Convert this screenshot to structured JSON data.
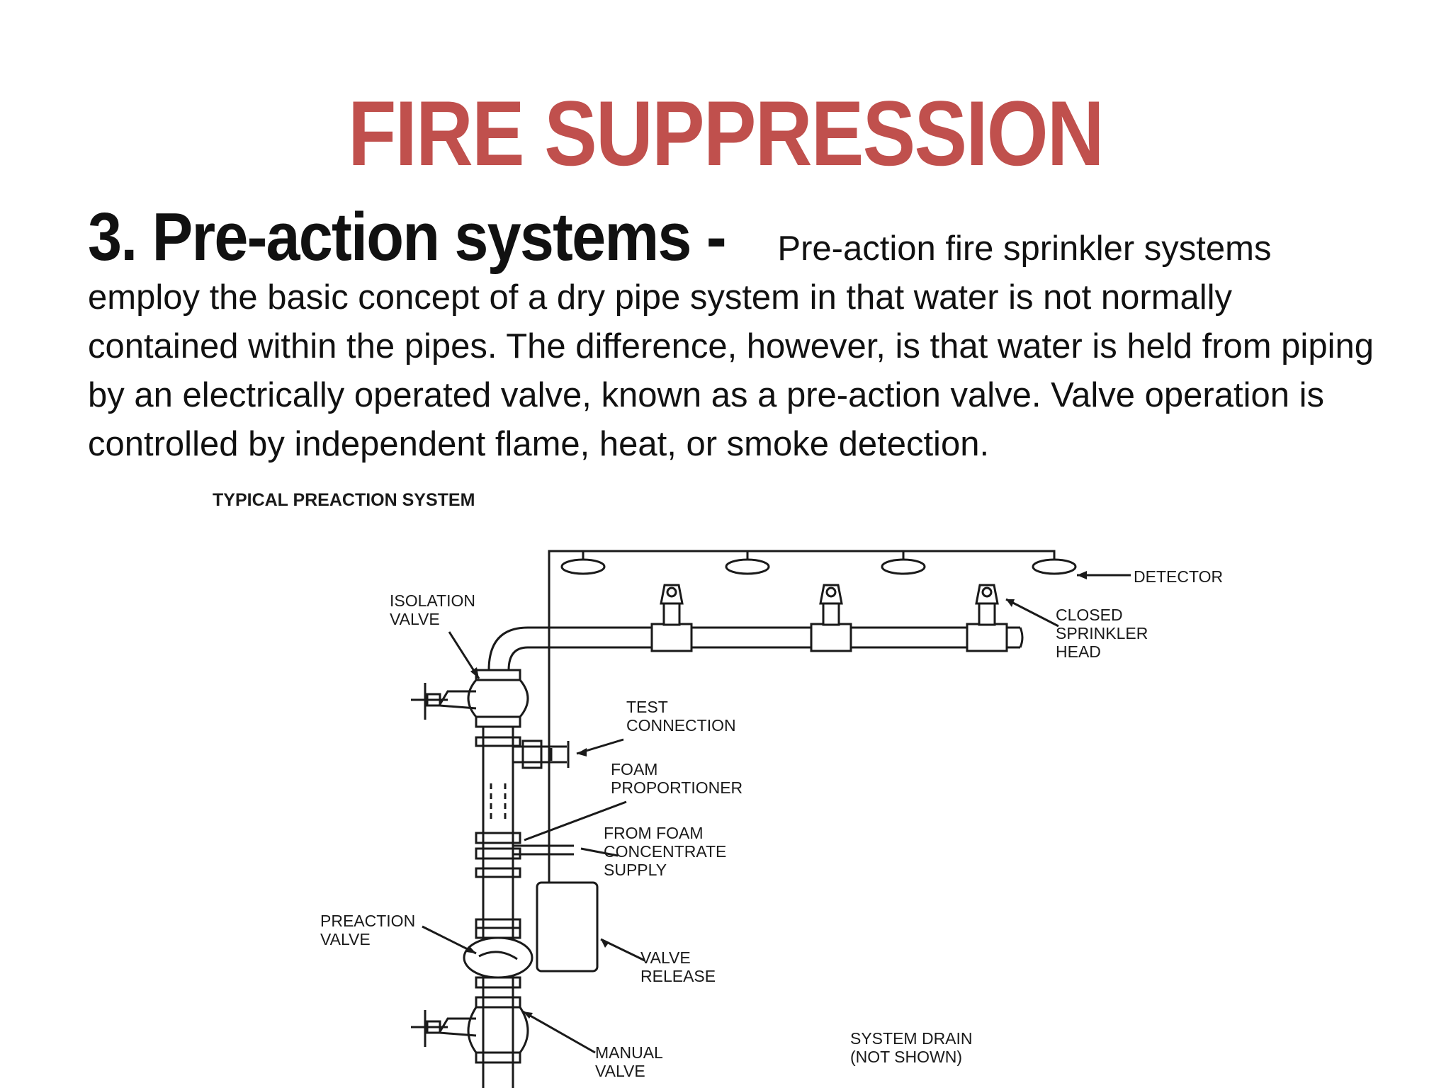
{
  "slide": {
    "title": "FIRE SUPPRESSION",
    "heading": "3. Pre-action systems -",
    "body": "Pre-action fire sprinkler systems employ the basic concept of a dry pipe system in that water is not normally contained within the pipes. The difference, however, is that water is held from piping by an electrically operated valve, known as a pre-action valve. Valve operation is controlled by independent flame, heat, or smoke detection."
  },
  "diagram": {
    "title": "TYPICAL PREACTION SYSTEM",
    "labels": {
      "isolation_valve": [
        "ISOLATION",
        "VALVE"
      ],
      "detector": "DETECTOR",
      "closed_sprinkler_head": [
        "CLOSED",
        "SPRINKLER",
        "HEAD"
      ],
      "test_connection": [
        "TEST",
        "CONNECTION"
      ],
      "foam_proportioner": [
        "FOAM",
        "PROPORTIONER"
      ],
      "foam_supply": [
        "FROM FOAM",
        "CONCENTRATE",
        "SUPPLY"
      ],
      "preaction_valve": [
        "PREACTION",
        "VALVE"
      ],
      "valve_release": [
        "VALVE",
        "RELEASE"
      ],
      "manual_valve": [
        "MANUAL",
        "VALVE"
      ],
      "system_drain": [
        "SYSTEM DRAIN",
        "(NOT SHOWN)"
      ]
    }
  }
}
